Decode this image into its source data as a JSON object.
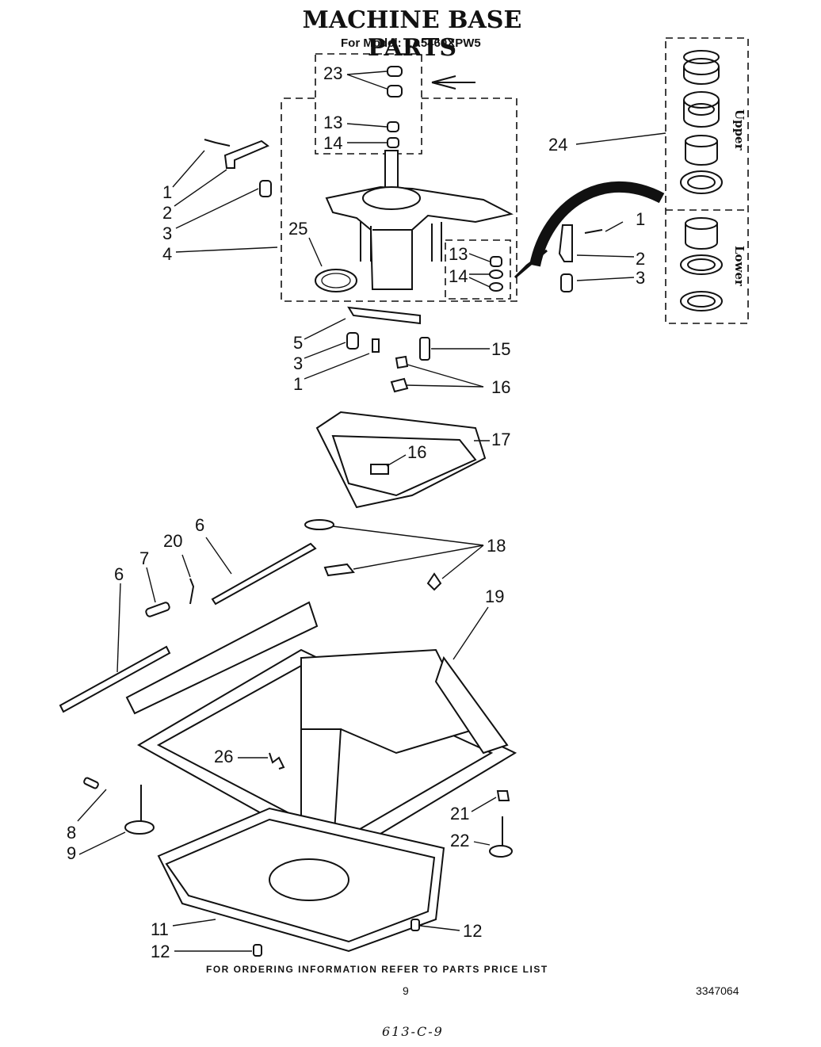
{
  "title": "MACHINE BASE PARTS",
  "subtitle": "For Model: LA5460XPW5",
  "callouts": [
    {
      "text": "23"
    },
    {
      "text": "13"
    },
    {
      "text": "14"
    },
    {
      "text": "24"
    },
    {
      "text": "1"
    },
    {
      "text": "2"
    },
    {
      "text": "3"
    },
    {
      "text": "4"
    },
    {
      "text": "25"
    },
    {
      "text": "1"
    },
    {
      "text": "2"
    },
    {
      "text": "3"
    },
    {
      "text": "13"
    },
    {
      "text": "14"
    },
    {
      "text": "5"
    },
    {
      "text": "3"
    },
    {
      "text": "1"
    },
    {
      "text": "15"
    },
    {
      "text": "16"
    },
    {
      "text": "16"
    },
    {
      "text": "17"
    },
    {
      "text": "18"
    },
    {
      "text": "6"
    },
    {
      "text": "20"
    },
    {
      "text": "7"
    },
    {
      "text": "6"
    },
    {
      "text": "19"
    },
    {
      "text": "26"
    },
    {
      "text": "8"
    },
    {
      "text": "9"
    },
    {
      "text": "21"
    },
    {
      "text": "22"
    },
    {
      "text": "11"
    },
    {
      "text": "12"
    },
    {
      "text": "12"
    }
  ],
  "bearing_labels": {
    "upper": "Upper",
    "lower": "Lower"
  },
  "footer": "FOR ORDERING INFORMATION REFER TO PARTS PRICE LIST",
  "page_number": "9",
  "document_number": "3347064",
  "handwritten_note": "613-C-9"
}
